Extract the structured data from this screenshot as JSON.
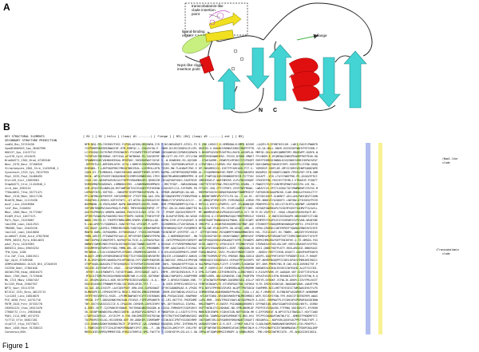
{
  "panels": {
    "a": "A",
    "b": "B"
  },
  "diagram": {
    "labels": {
      "transcobalamin_line1": "transcobalamin-like",
      "transcobalamin_line2": "clade insertion",
      "transcobalamin_line3": "point",
      "flange": "flange",
      "ligand_line1": "ligand-binding",
      "ligand_line2": "region",
      "nqo1_line1": "Nqo1-like clade",
      "nqo1_line2": "insertion point",
      "n_terminus": "N",
      "c_terminus": "C"
    },
    "colors": {
      "strand": "#44d4d4",
      "helix": "#e01010",
      "insertion": "#f0e020",
      "ligand": "#c8f080"
    }
  },
  "alignment": {
    "header_rows": [
      "KEY STRUCTURAL ELEMENTS",
      "SECONDARY STRUCTURE PREDICTION"
    ],
    "structure_line": "[ B1 ]      [ B2 ]   helix ]  (loop) #1 -------( [ flange ] [ B3)    (B4] (loop) #2 -------[ ant ] [ B5]",
    "sequence_names": [
      "comEA_Bsu_32745438",
      "SpoAB1000949_Spo_36407996",
      "H66137_Spo_12437712",
      "cyc578_Cgl4_4310431",
      "BradHAST1_2302_Brad_47285346",
      "Neur_2576_Neur_37206926",
      "Streptomyces_2801_Stre_11434948_1",
      "Synochoch_2319_Syn_78137935",
      "Pept_3235_Pept_54488495",
      "EColi59_Ecol_15893963",
      "StmpHAST1_Stre_11434948_2",
      "ctrA_Aae_2983152",
      "TTHAc0832_Tthe_55771471",
      "Mbar_2318_Mbar_50117136",
      "Mcm578_Mmac_11119436",
      "muvF_Lino_45458986",
      "levF_Bsu_2104852",
      "Mbur_1388_Mbur_91772907",
      "H1469_Hlut_14677471",
      "Pmf1_Ppal_15159087",
      "lmo1396_Lmon_16412921",
      "TM0388_Tmar_15643156",
      "lmo1142_Lmon_16410856",
      "AcidHAST_8104_Acid_47827636",
      "PHP8_58553_Pyro_83614833",
      "pdxC_Pyro_14249383",
      "DDE0311_Desu_89033252",
      "TFW_Synp_1200",
      "Clo-CbF_Clos_10015511",
      "Ggr_Ggle_37109268",
      "GEMPd10966001-01325_Bth_47204919",
      "CG2556_Dmel_17861846",
      "UOC061798_Hsap_46810473",
      "Hbot_1706_Hbot_71725846",
      "Mb_1723_Mbov_15607457",
      "Rv1155_Mtub_15607557",
      "NP72_Vpar_35113739",
      "NT1312_1331_Bcnu_48123713",
      "lin1203_Lino_16810876",
      "PCE_4030_Pchr_44751716",
      "PDTM_2526_Pchr_87335778",
      "CHXEO4125_Chsa_26513478",
      "CTR00772_Ctrc_29835640",
      "PQ61_2114_BMD_4574753",
      "fy7713_Sfle_56817201",
      "sty0717_Styp_55775671",
      "Hbut_1458_Hbut_91338513",
      "Consensus/80%"
    ],
    "notes": [
      "(Nqo1-like",
      "clade",
      "(Transcobalamin",
      "clade"
    ],
    "highlight_colors": {
      "yellow": "#f4e84a",
      "green": "#b8e86a",
      "blue": "#2040d0",
      "red": "#d01010"
    }
  },
  "figure_label": "Figure 1"
}
